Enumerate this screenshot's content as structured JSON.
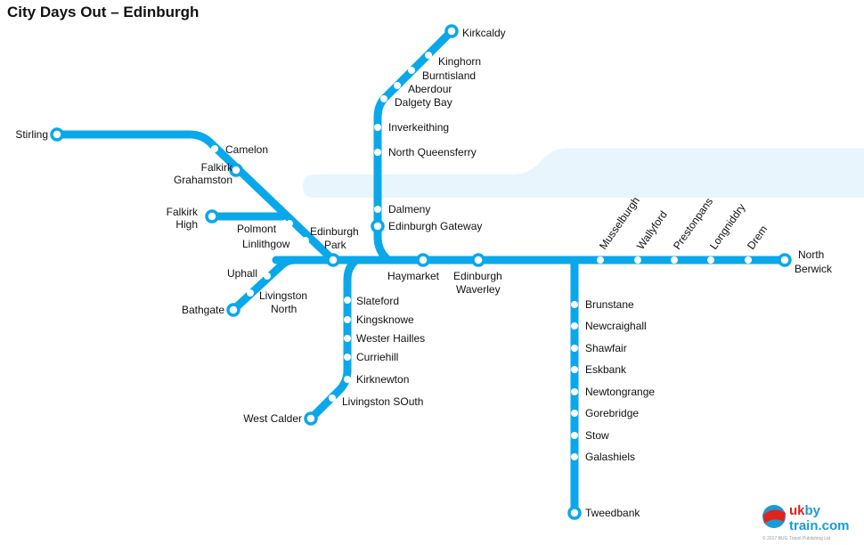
{
  "title": "City Days Out – Edinburgh",
  "colors": {
    "line": "#0aa8ea",
    "water": "#e8f5fc",
    "logo_red": "#e2231a",
    "logo_blue": "#1b9ad6"
  },
  "stations": {
    "kirkcaldy": "Kirkcaldy",
    "kinghorn": "Kinghorn",
    "burntisland": "Burntisland",
    "aberdour": "Aberdour",
    "dalgety_bay": "Dalgety Bay",
    "inverkeithing": "Inverkeithing",
    "north_queensferry": "North Queensferry",
    "dalmeny": "Dalmeny",
    "edinburgh_gateway": "Edinburgh Gateway",
    "stirling": "Stirling",
    "camelon": "Camelon",
    "falkirk_grahamston": [
      "Falkirk",
      "Grahamston"
    ],
    "falkirk_high": [
      "Falkirk",
      "High"
    ],
    "polmont": "Polmont",
    "linlithgow": "Linlithgow",
    "edinburgh_park": [
      "Edinburgh",
      "Park"
    ],
    "uphall": "Uphall",
    "livingston_north": [
      "Livingston",
      "North"
    ],
    "bathgate": "Bathgate",
    "haymarket": "Haymarket",
    "edinburgh_waverley": [
      "Edinburgh",
      "Waverley"
    ],
    "musselburgh": "Musselburgh",
    "wallyford": "Wallyford",
    "prestonpans": "Prestonpans",
    "longniddry": "Longniddry",
    "drem": "Drem",
    "north_berwick": [
      "North",
      "Berwick"
    ],
    "slateford": "Slateford",
    "kingsknowe": "Kingsknowe",
    "wester_hailles": "Wester Hailles",
    "curriehill": "Curriehill",
    "kirknewton": "Kirknewton",
    "livingston_south": "Livingston SOuth",
    "west_calder": "West Calder",
    "brunstane": "Brunstane",
    "newcraighall": "Newcraighall",
    "shawfair": "Shawfair",
    "eskbank": "Eskbank",
    "newtongrange": "Newtongrange",
    "gorebridge": "Gorebridge",
    "stow": "Stow",
    "galashiels": "Galashiels",
    "tweedbank": "Tweedbank"
  },
  "logo": {
    "part1": "uk",
    "part2": "by",
    "part3": "train.com",
    "copyright": "© 2017 BUG Travel Publishing Ltd"
  }
}
